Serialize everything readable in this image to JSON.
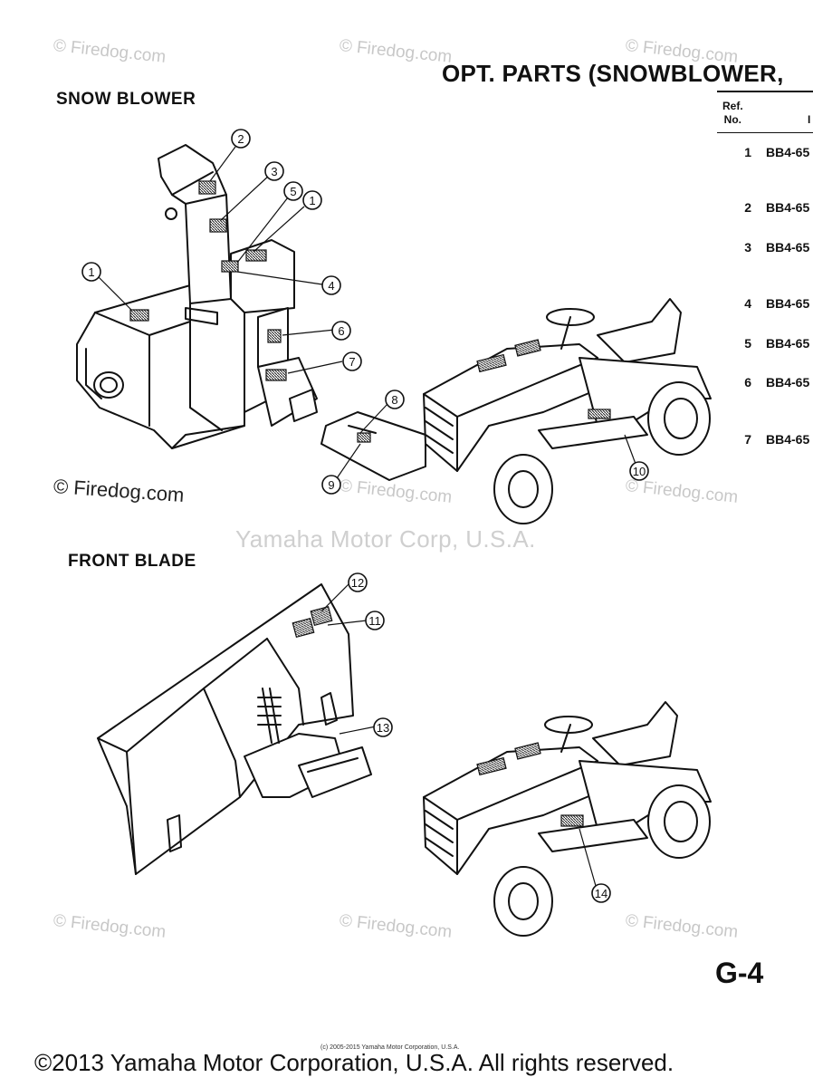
{
  "header": {
    "title": "OPT. PARTS (SNOWBLOWER,"
  },
  "sections": {
    "snow_blower": "SNOW BLOWER",
    "front_blade": "FRONT BLADE"
  },
  "table": {
    "col_ref": "Ref.\nNo.",
    "col_part_fragment": "I",
    "rows": [
      {
        "ref": "1",
        "part": "BB4-65"
      },
      {
        "ref": "2",
        "part": "BB4-65"
      },
      {
        "ref": "3",
        "part": "BB4-65"
      },
      {
        "ref": "4",
        "part": "BB4-65"
      },
      {
        "ref": "5",
        "part": "BB4-65"
      },
      {
        "ref": "6",
        "part": "BB4-65"
      },
      {
        "ref": "7",
        "part": "BB4-65"
      }
    ]
  },
  "callouts": {
    "snow_blower": [
      "1",
      "2",
      "3",
      "5",
      "1",
      "4",
      "6",
      "7",
      "8",
      "9"
    ],
    "tractor_top": [
      "10"
    ],
    "front_blade": [
      "12",
      "11",
      "13"
    ],
    "tractor_bottom": [
      "14"
    ]
  },
  "watermarks": {
    "firedog": "© Firedog.com",
    "firedog_dark": "© Firedog.com",
    "corp": "Yamaha Motor Corp, U.S.A."
  },
  "footer": {
    "page_number": "G-4",
    "small_print": "(c) 2005-2015 Yamaha Motor Corporation, U.S.A.",
    "copyright": "©2013 Yamaha Motor Corporation, U.S.A. All rights reserved."
  }
}
